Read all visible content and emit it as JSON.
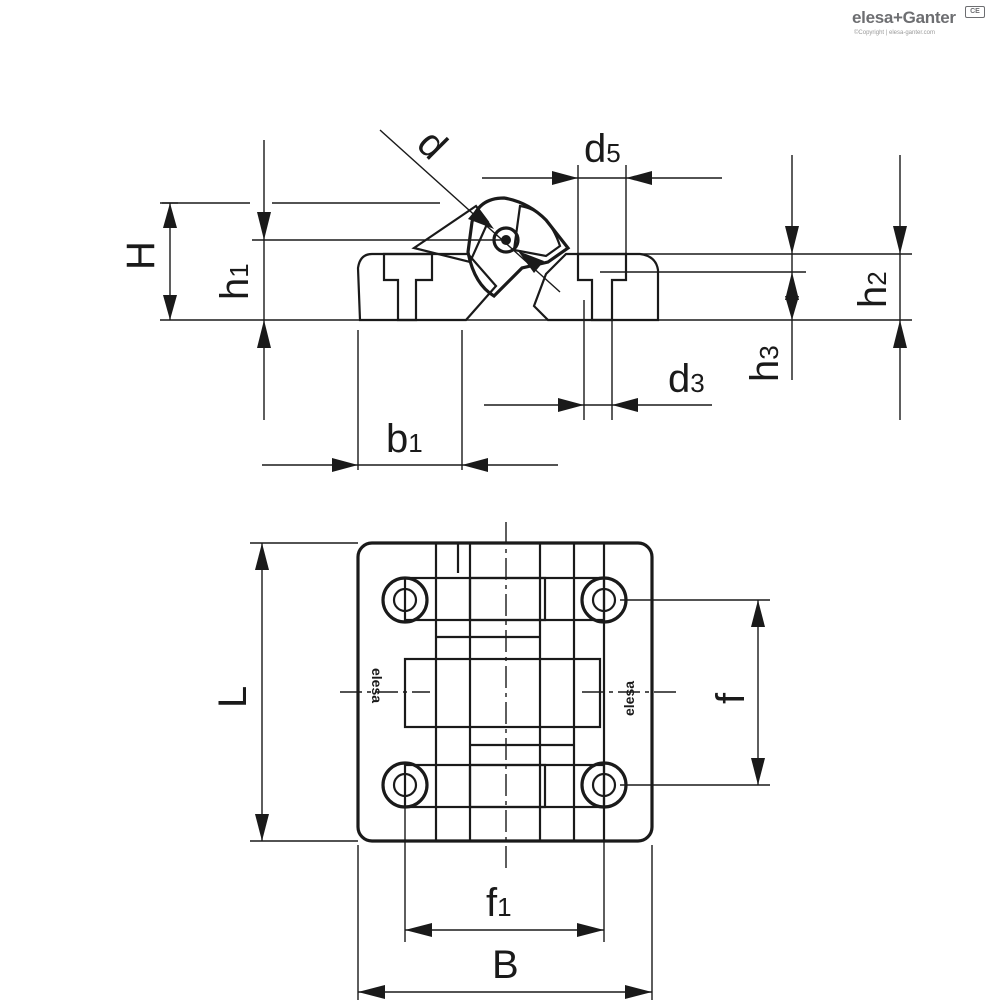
{
  "brand": {
    "name": "elesa+Ganter",
    "copyright": "©Copyright | elesa-ganter.com",
    "mark": "CE"
  },
  "dimensions": {
    "d": "d",
    "d5": {
      "base": "d",
      "sub": "5"
    },
    "H": "H",
    "h1": {
      "base": "h",
      "sub": "1"
    },
    "h2": {
      "base": "h",
      "sub": "2"
    },
    "h3": {
      "base": "h",
      "sub": "3"
    },
    "d3": {
      "base": "d",
      "sub": "3"
    },
    "b1": {
      "base": "b",
      "sub": "1"
    },
    "L": "L",
    "f": "f",
    "f1": {
      "base": "f",
      "sub": "1"
    },
    "B": "B"
  },
  "logo_text": "elesa"
}
